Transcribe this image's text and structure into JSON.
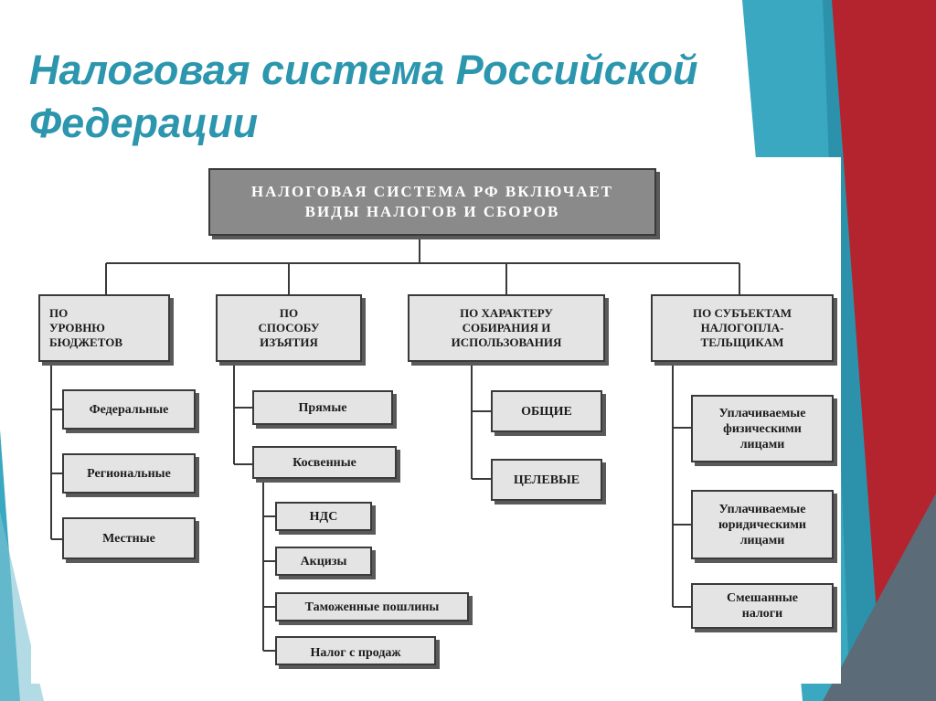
{
  "title": "Налоговая система Российской Федерации",
  "diagram": {
    "root": "НАЛОГОВАЯ СИСТЕМА РФ ВКЛЮЧАЕТ\nВИДЫ НАЛОГОВ И СБОРОВ",
    "categories": [
      {
        "label": "ПО\nУРОВНЮ\nБЮДЖЕТОВ",
        "items": [
          "Федеральные",
          "Региональные",
          "Местные"
        ]
      },
      {
        "label": "ПО\nСПОСОБУ\nИЗЪЯТИЯ",
        "items": [
          "Прямые",
          "Косвенные"
        ],
        "subitems": [
          "НДС",
          "Акцизы",
          "Таможенные пошлины",
          "Налог с продаж"
        ]
      },
      {
        "label": "ПО ХАРАКТЕРУ\nСОБИРАНИЯ И\nИСПОЛЬЗОВАНИЯ",
        "items": [
          "ОБЩИЕ",
          "ЦЕЛЕВЫЕ"
        ]
      },
      {
        "label": "ПО СУБЪЕКТАМ\nНАЛОГОПЛА-\nТЕЛЬЩИКАМ",
        "items": [
          "Уплачиваемые\nфизическими\nлицами",
          "Уплачиваемые\nюридическими\nлицами",
          "Смешанные\nналоги"
        ]
      }
    ]
  },
  "colors": {
    "title": "#2b96ad",
    "teal": "#3aa8c1",
    "teal_dark": "#217f99",
    "red": "#b3242e",
    "slate": "#5c6b78",
    "root_fill": "#8a8a8a",
    "box_fill": "#e4e4e4"
  }
}
